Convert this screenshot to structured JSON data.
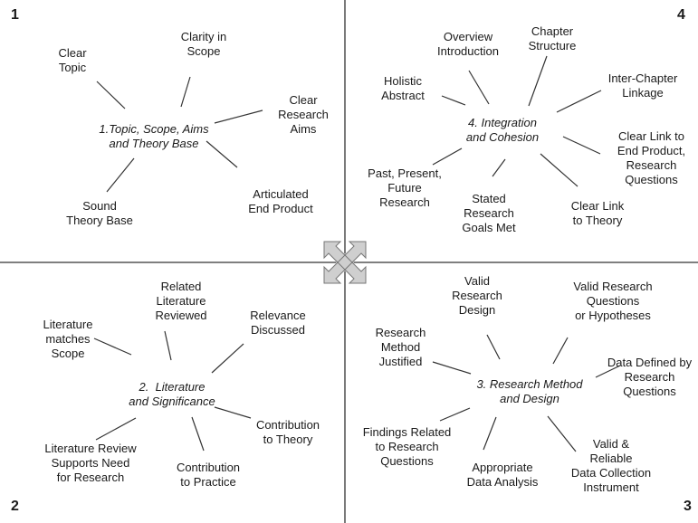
{
  "quadrants": [
    {
      "number": "1",
      "hub": "1.Topic, Scope, Aims\nand Theory Base",
      "spokes": [
        "Clear\nTopic",
        "Clarity in\nScope",
        "Clear\nResearch\nAims",
        "Articulated\nEnd Product",
        "Sound\nTheory Base"
      ]
    },
    {
      "number": "2",
      "hub": "2.  Literature\nand Significance",
      "spokes": [
        "Literature\nmatches\nScope",
        "Related\nLiterature\nReviewed",
        "Relevance\nDiscussed",
        "Contribution\nto Theory",
        "Contribution\nto Practice",
        "Literature Review\nSupports Need\nfor Research"
      ]
    },
    {
      "number": "3",
      "hub": "3. Research Method\nand Design",
      "spokes": [
        "Research\nMethod\nJustified",
        "Valid\nResearch\nDesign",
        "Valid Research\nQuestions\nor Hypotheses",
        "Data Defined by\nResearch\nQuestions",
        "Valid &\nReliable\nData Collection\nInstrument",
        "Appropriate\nData Analysis",
        "Findings Related\nto Research\nQuestions"
      ]
    },
    {
      "number": "4",
      "hub": "4. Integration\nand Cohesion",
      "spokes": [
        "Holistic\nAbstract",
        "Overview\nIntroduction",
        "Chapter\nStructure",
        "Inter-Chapter\nLinkage",
        "Clear Link to\nEnd Product,\nResearch\nQuestions",
        "Clear Link\nto Theory",
        "Stated\nResearch\nGoals Met",
        "Past, Present,\nFuture\nResearch"
      ]
    }
  ],
  "center_icon": "four-way-arrows-icon",
  "colors": {
    "lines": "#333333",
    "arrows_fill": "#cfcfcf",
    "arrows_stroke": "#777777"
  }
}
